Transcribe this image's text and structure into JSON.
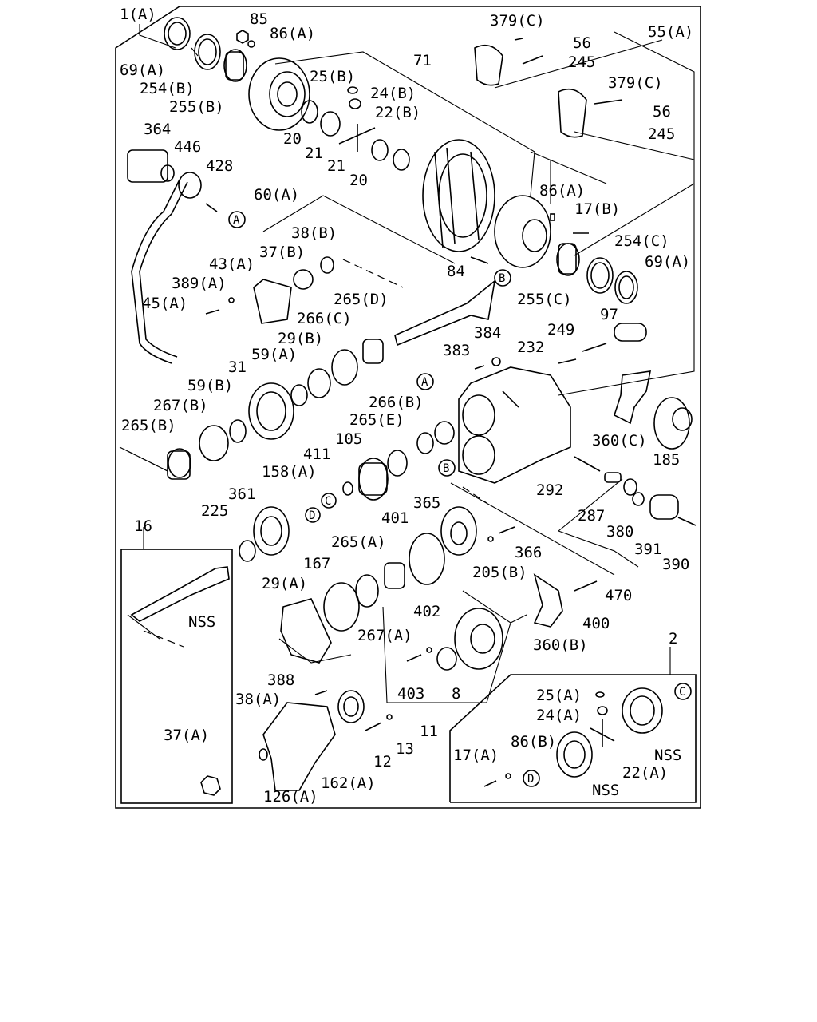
{
  "labels": {
    "l1A": "1(A)",
    "l69A_1": "69(A)",
    "l254B": "254(B)",
    "l255B": "255(B)",
    "l85": "85",
    "l86A": "86(A)",
    "l71": "71",
    "l25B": "25(B)",
    "l24B": "24(B)",
    "l22B": "22(B)",
    "l20a": "20",
    "l21a": "21",
    "l21b": "21",
    "l20b": "20",
    "l379C_1": "379(C)",
    "l56_1": "56",
    "l245_1": "245",
    "l55A": "55(A)",
    "l379C_2": "379(C)",
    "l56_2": "56",
    "l245_2": "245",
    "l364": "364",
    "l446": "446",
    "l428": "428",
    "l60A": "60(A)",
    "l38B": "38(B)",
    "l37B": "37(B)",
    "l43A": "43(A)",
    "l389A": "389(A)",
    "l45A": "45(A)",
    "l86A_2": "86(A)",
    "l17B": "17(B)",
    "l254C": "254(C)",
    "l69A_2": "69(A)",
    "l84": "84",
    "l255C": "255(C)",
    "l265D": "265(D)",
    "l266C": "266(C)",
    "l29B": "29(B)",
    "l59A": "59(A)",
    "l31": "31",
    "l59B": "59(B)",
    "l267B": "267(B)",
    "l265B": "265(B)",
    "l97": "97",
    "l249": "249",
    "l232": "232",
    "l384": "384",
    "l383": "383",
    "l266B": "266(B)",
    "l265E": "265(E)",
    "l105": "105",
    "l411": "411",
    "l158A": "158(A)",
    "l360C": "360(C)",
    "l185": "185",
    "l292": "292",
    "l287": "287",
    "l380": "380",
    "l391": "391",
    "l390": "390",
    "l470": "470",
    "l361": "361",
    "l225": "225",
    "l365": "365",
    "l401": "401",
    "l366": "366",
    "l265A": "265(A)",
    "l205B": "205(B)",
    "l16": "16",
    "l167": "167",
    "l29A": "29(A)",
    "l402": "402",
    "l267A": "267(A)",
    "l400": "400",
    "l360B": "360(B)",
    "l403": "403",
    "l8": "8",
    "l11": "11",
    "l388": "388",
    "l38A": "38(A)",
    "l37A": "37(A)",
    "l126A": "126(A)",
    "l162A": "162(A)",
    "l12": "12",
    "l13": "13",
    "l2": "2",
    "l25A": "25(A)",
    "l24A": "24(A)",
    "l86B": "86(B)",
    "l17A": "17(A)",
    "l22A": "22(A)",
    "nss1": "NSS",
    "nss2": "NSS",
    "nss3": "NSS",
    "cA1": "A",
    "cA2": "A",
    "cB1": "B",
    "cB2": "B",
    "cC1": "C",
    "cC2": "C",
    "cD1": "D",
    "cD2": "D"
  }
}
